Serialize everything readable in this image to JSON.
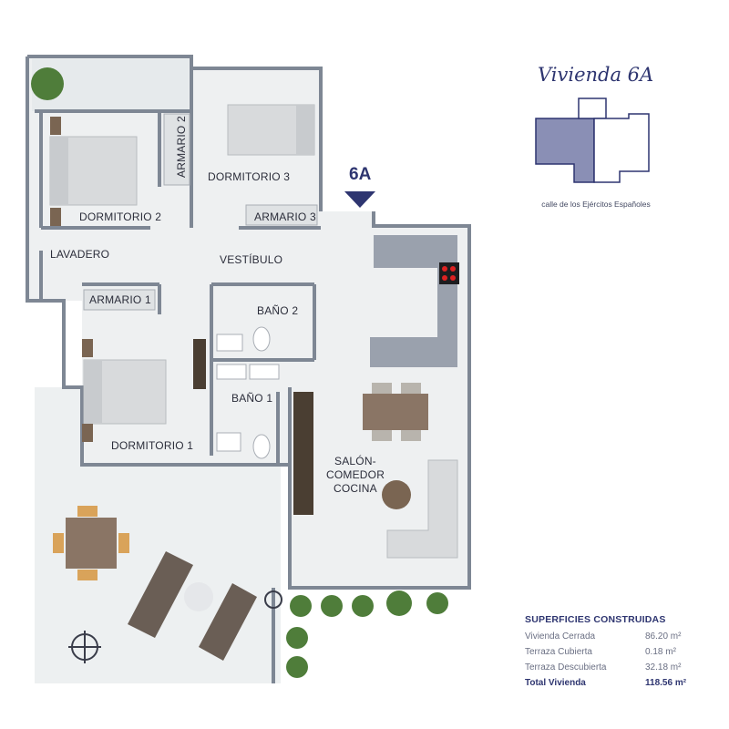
{
  "title": "Vivienda 6A",
  "street": "calle de los Ejércitos Españoles",
  "unit_badge": "6A",
  "rooms": {
    "dormitorio_1": "DORMITORIO 1",
    "dormitorio_2": "DORMITORIO 2",
    "dormitorio_3": "DORMITORIO 3",
    "armario_1": "ARMARIO 1",
    "armario_2": "ARMARIO 2",
    "armario_3": "ARMARIO 3",
    "lavadero": "LAVADERO",
    "vestibulo": "VESTÍBULO",
    "bano_1": "BAÑO 1",
    "bano_2": "BAÑO 2",
    "salon_1": "SALÓN-",
    "salon_2": "COMEDOR",
    "salon_3": "COCINA"
  },
  "surfaces": {
    "heading": "SUPERFICIES CONSTRUIDAS",
    "rows": [
      {
        "label": "Vivienda Cerrada",
        "value": "86.20 m²"
      },
      {
        "label": "Terraza Cubierta",
        "value": "0.18 m²"
      },
      {
        "label": "Terraza Descubierta",
        "value": "32.18 m²"
      }
    ],
    "total": {
      "label": "Total Vivienda",
      "value": "118.56 m²"
    }
  },
  "colors": {
    "accent": "#2e3570",
    "floor": "#eef0f1",
    "wall": "#7e8794",
    "key_highlight": "#8a8fb5"
  }
}
